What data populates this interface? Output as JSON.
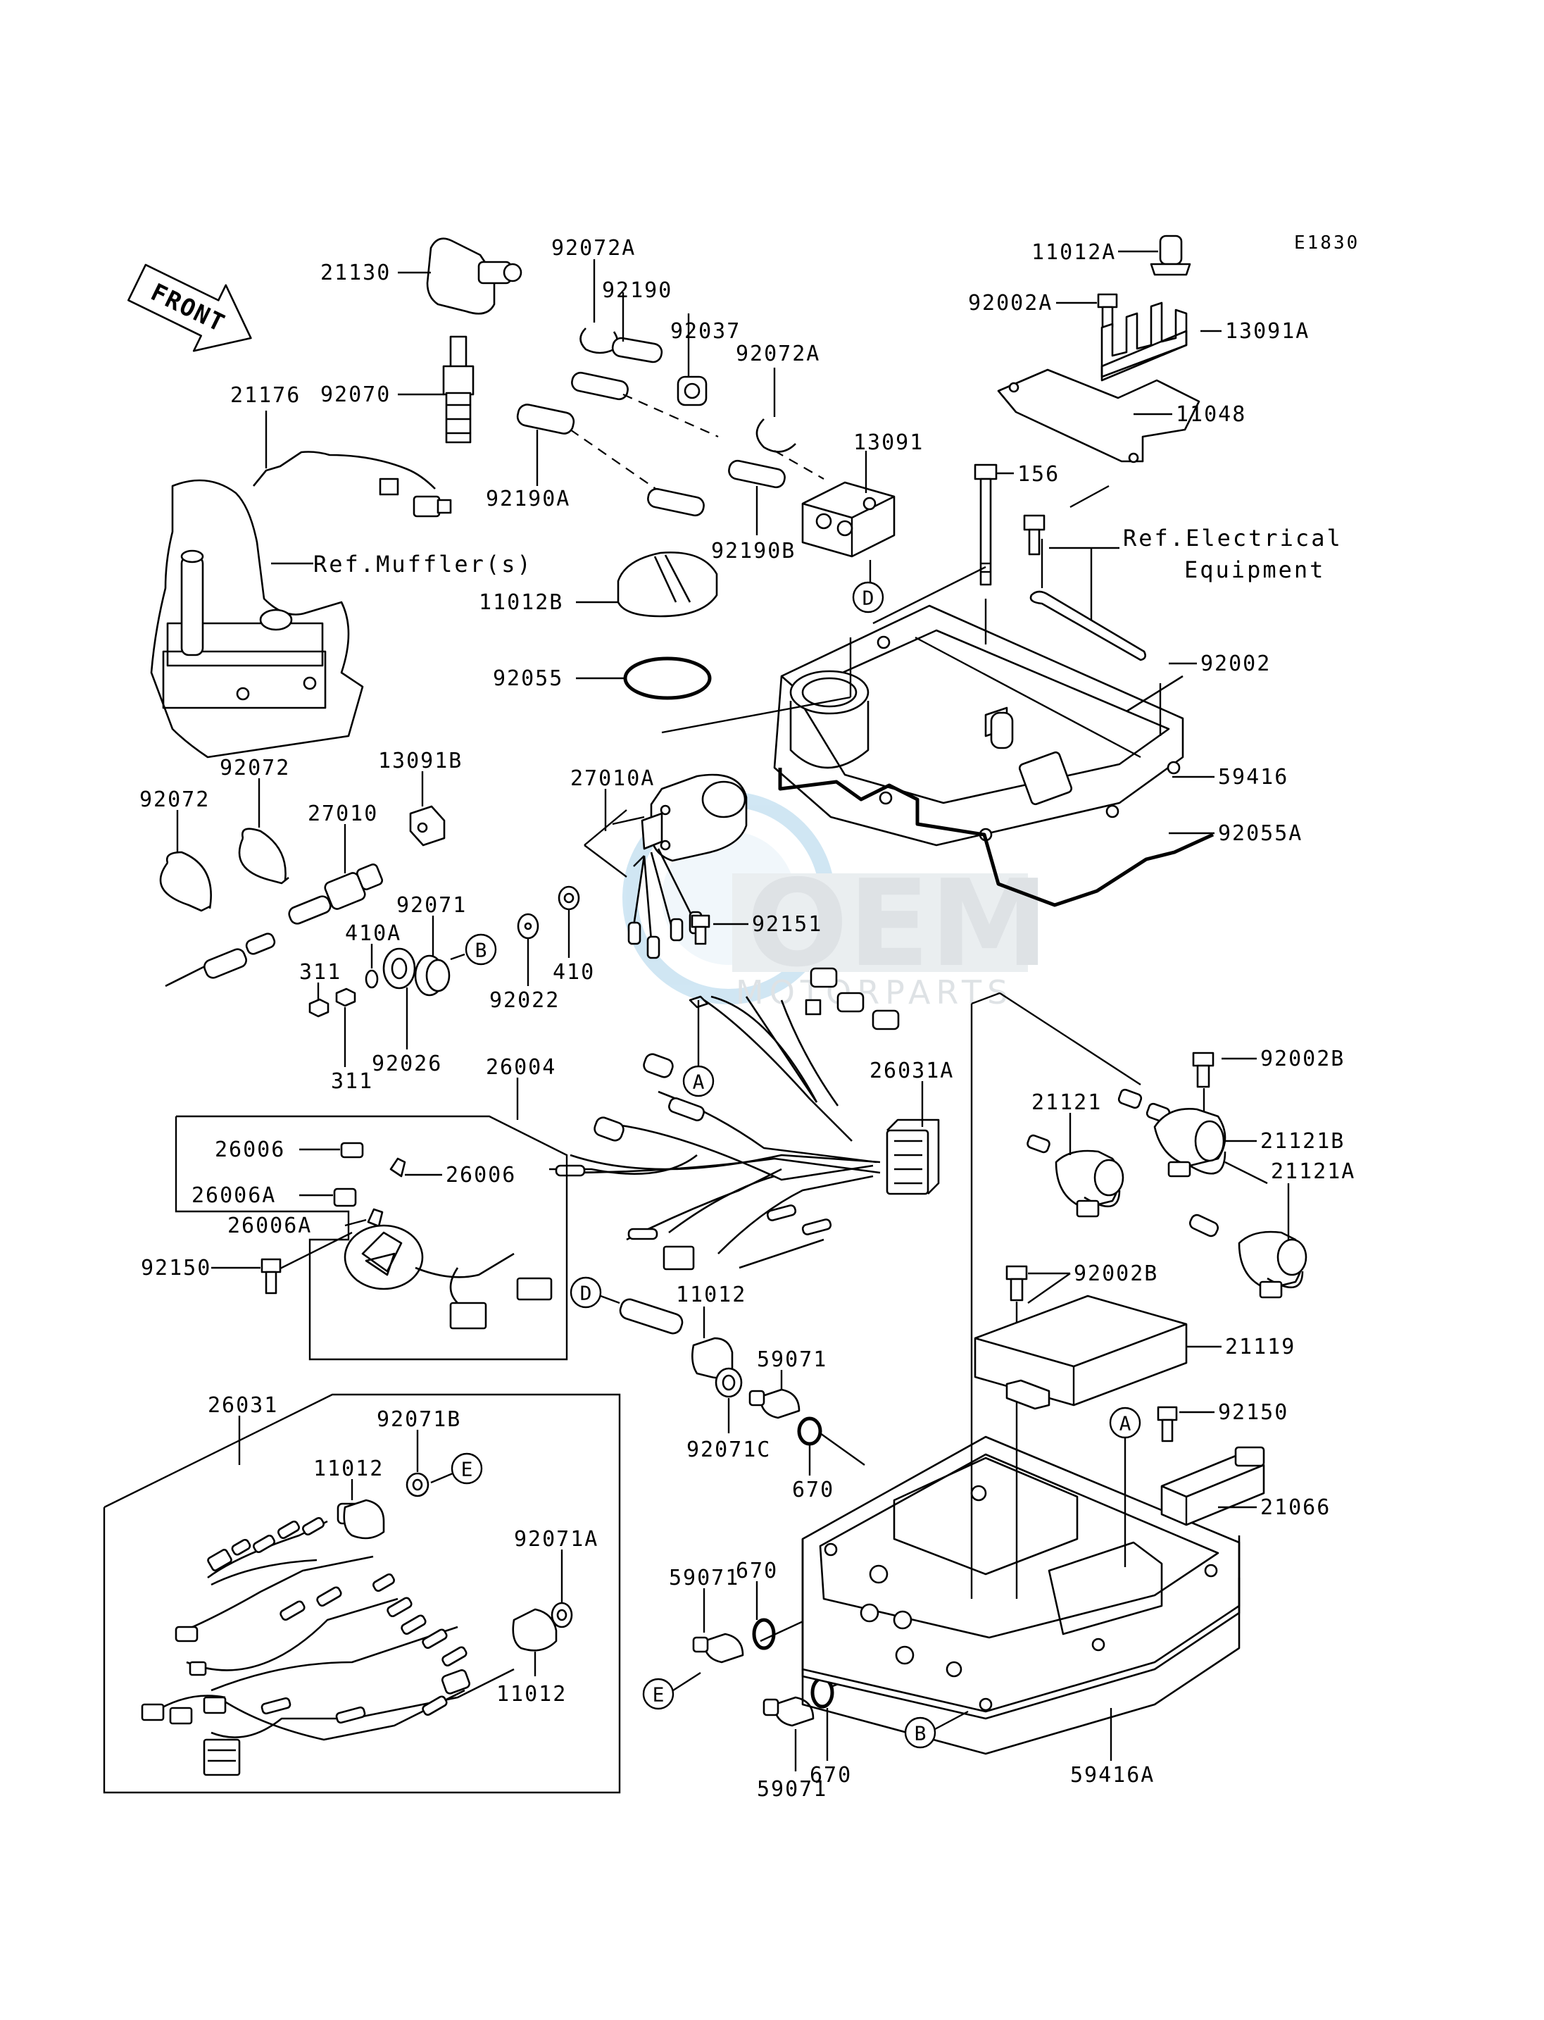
{
  "diagram": {
    "code": "E1830",
    "front_arrow": "FRONT",
    "watermark": {
      "brand": "OEM",
      "sub": "MOTORPARTS"
    },
    "callouts": {
      "p21130": "21130",
      "p92070": "92070",
      "p21176": "21176",
      "p92072A_1": "92072A",
      "p92190": "92190",
      "p92037": "92037",
      "p92072A_2": "92072A",
      "p92190A": "92190A",
      "p92190B": "92190B",
      "p13091": "13091",
      "p11012A": "11012A",
      "p92002A": "92002A",
      "p13091A": "13091A",
      "p11048": "11048",
      "p156": "156",
      "refElec1": "Ref.Electrical",
      "refElec2": "Equipment",
      "refMuffler": "Ref.Muffler(s)",
      "p11012B": "11012B",
      "p92055": "92055",
      "p92002": "92002",
      "p59416": "59416",
      "p92055A": "92055A",
      "p92072_1": "92072",
      "p92072_2": "92072",
      "p13091B": "13091B",
      "p27010": "27010",
      "p27010A": "27010A",
      "p92071": "92071",
      "p410A": "410A",
      "p311_1": "311",
      "p311_2": "311",
      "p92026": "92026",
      "p92022": "92022",
      "p410": "410",
      "p92151": "92151",
      "p26004": "26004",
      "p26031A": "26031A",
      "p26006_1": "26006",
      "p26006_2": "26006",
      "p26006A_1": "26006A",
      "p26006A_2": "26006A",
      "p92150_1": "92150",
      "p92002B_1": "92002B",
      "p21121": "21121",
      "p21121B": "21121B",
      "p21121A": "21121A",
      "p92002B_2": "92002B",
      "p21119": "21119",
      "p92150_2": "92150",
      "p21066": "21066",
      "p11012_1": "11012",
      "p59071_1": "59071",
      "p92071C": "92071C",
      "p670_1": "670",
      "p26031": "26031",
      "p92071B": "92071B",
      "p11012_2": "11012",
      "p92071A": "92071A",
      "p11012_3": "11012",
      "p670_2": "670",
      "p59071_2": "59071",
      "p670_3": "670",
      "p59071_3": "59071",
      "p59416A": "59416A"
    },
    "circle_refs": {
      "D1": "D",
      "B1": "B",
      "A1": "A",
      "D2": "D",
      "A2": "A",
      "E1": "E",
      "E2": "E",
      "B2": "B"
    }
  }
}
